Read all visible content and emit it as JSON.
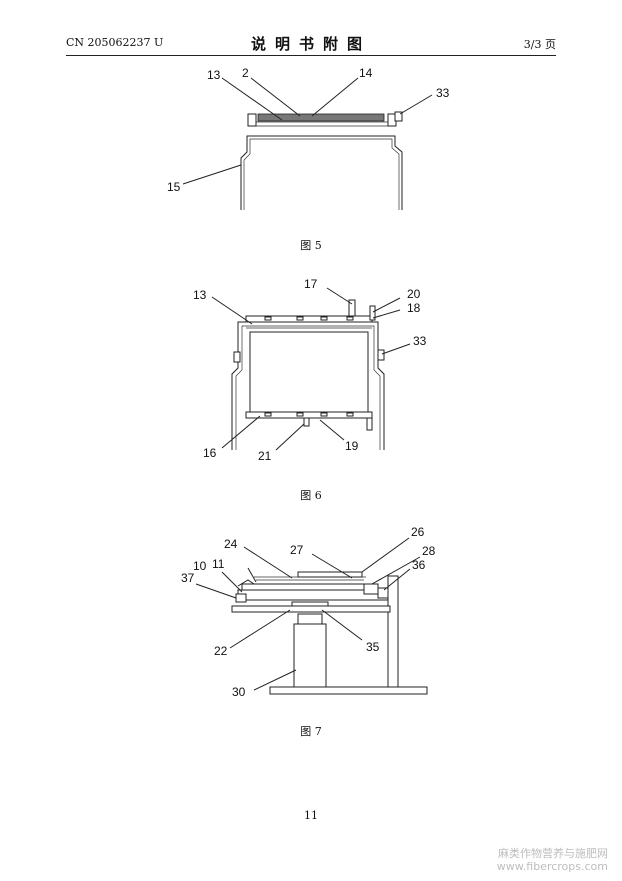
{
  "header": {
    "patent_number": "CN 205062237 U",
    "title": "说明书附图",
    "page_of": "3/3 页"
  },
  "figures": [
    {
      "caption": "图 5",
      "labels": {
        "l13": "13",
        "l2": "2",
        "l14": "14",
        "l33": "33",
        "l15": "15"
      }
    },
    {
      "caption": "图 6",
      "labels": {
        "l17": "17",
        "l20": "20",
        "l18": "18",
        "l13": "13",
        "l33": "33",
        "l16": "16",
        "l21": "21",
        "l19": "19"
      }
    },
    {
      "caption": "图 7",
      "labels": {
        "l26": "26",
        "l24": "24",
        "l27": "27",
        "l28": "28",
        "l10": "10",
        "l11": "11",
        "l36": "36",
        "l37": "37",
        "l22": "22",
        "l35": "35",
        "l30": "30"
      }
    }
  ],
  "page_number": "11",
  "watermark": {
    "line1": "麻类作物营养与施肥网",
    "line2": "www.fibercrops.com"
  }
}
